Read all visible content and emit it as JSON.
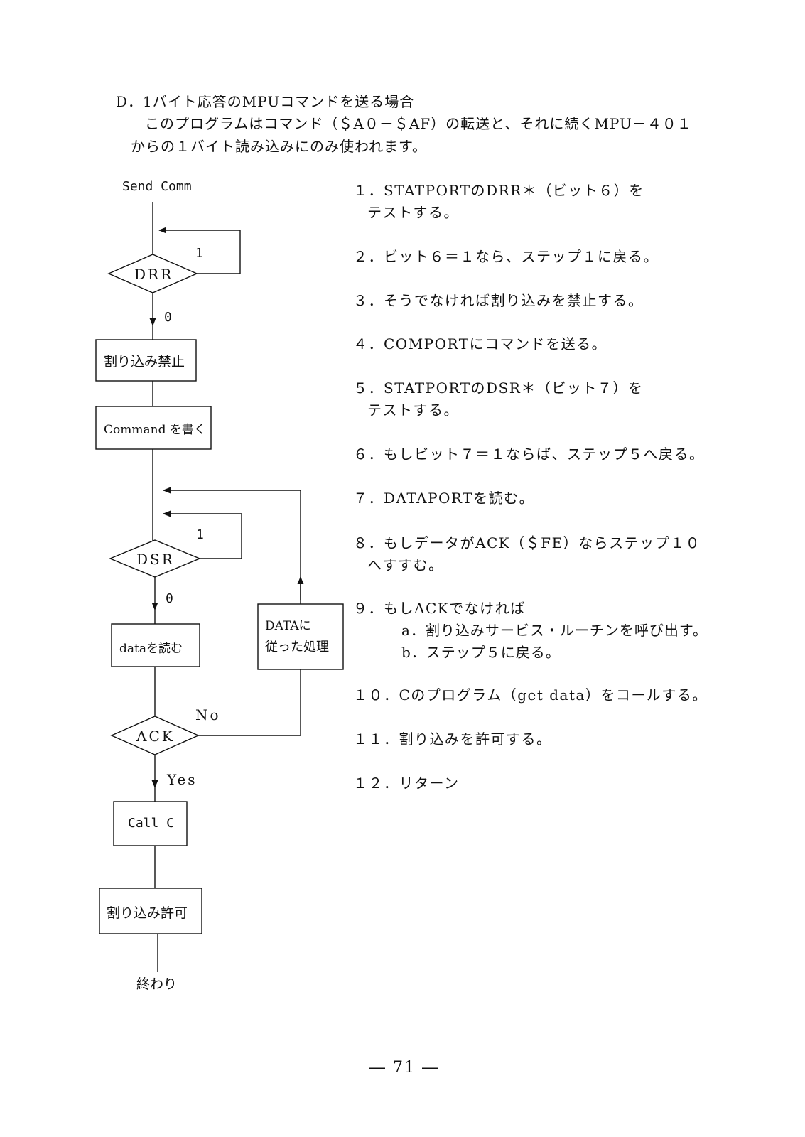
{
  "heading": "D．1バイト応答のMPUコマンドを送る場合",
  "intro": [
    "このプログラムはコマンド（＄A０－＄AF）の転送と、それに続くMPU－４０１",
    "からの１バイト読み込みにのみ使われます。"
  ],
  "flowchart": {
    "start": "Send Comm",
    "drr": {
      "label": "DRR",
      "loop": "1",
      "exit": "0"
    },
    "disable_box": "割り込み禁止",
    "command_box": "Command を書く",
    "dsr": {
      "label": "DSR",
      "loop": "1",
      "exit": "0"
    },
    "read_box": "dataを読む",
    "process_box": [
      "DATAに",
      "従った処理"
    ],
    "ack": {
      "label": "ACK",
      "no": "No",
      "yes": "Yes"
    },
    "call_box": "Call C",
    "enable_box": "割り込み許可",
    "end": "終わり"
  },
  "steps": [
    "１．STATPORTのDRR＊（ビット６）を",
    "テストする。",
    "２．ビット６＝１なら、ステップ１に戻る。",
    "３．そうでなければ割り込みを禁止する。",
    "４．COMPORTにコマンドを送る。",
    "５．STATPORTのDSR＊（ビット７）を",
    "テストする。",
    "６．もしビット７＝１ならば、ステップ５へ戻る。",
    "７．DATAPORTを読む。",
    "８．もしデータがACK（＄FE）ならステップ１０",
    "へすすむ。",
    "９．もしACKでなければ",
    "a．割り込みサービス・ルーチンを呼び出す。",
    "b．ステップ５に戻る。",
    "１０．Cのプログラム（get data）をコールする。",
    "１１．割り込みを許可する。",
    "１２．リターン"
  ],
  "page_number": "― 71 ―"
}
